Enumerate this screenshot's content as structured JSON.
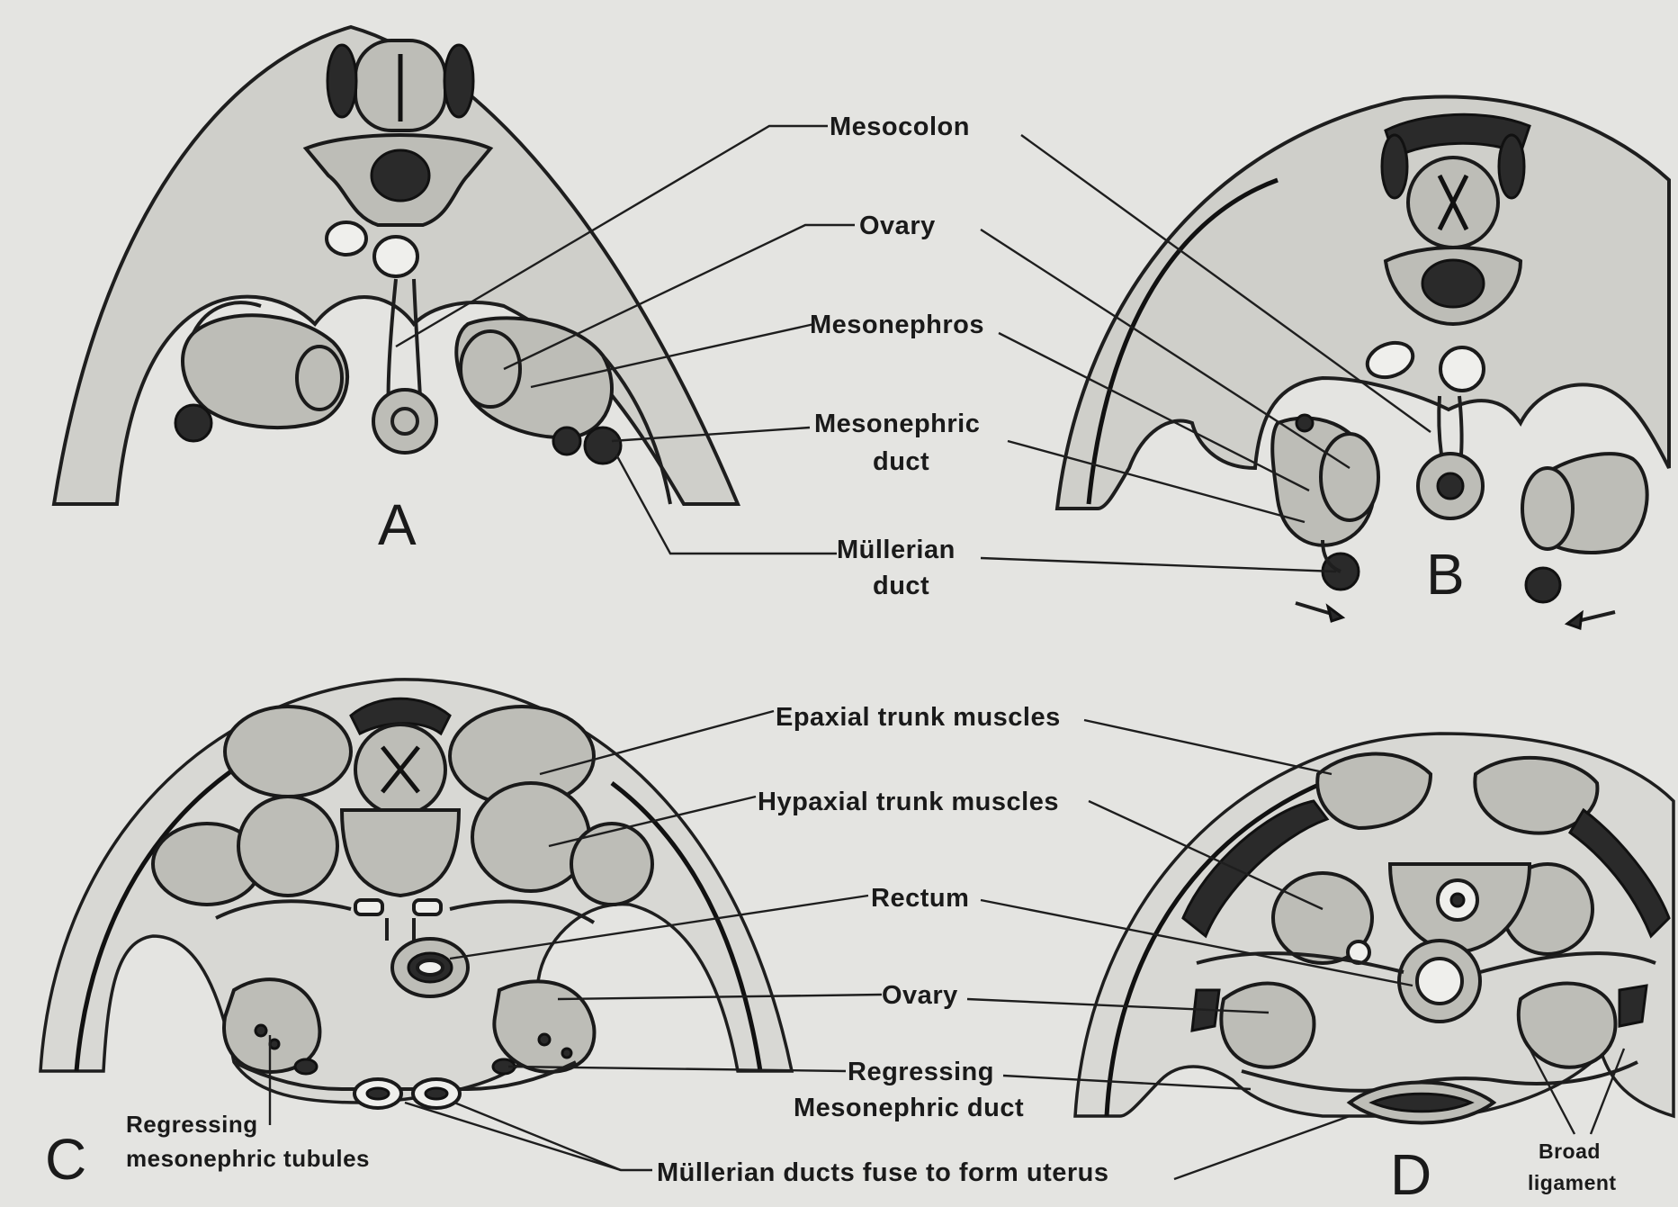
{
  "labels": {
    "mesocolon": "Mesocolon",
    "ovary_top": "Ovary",
    "mesonephros": "Mesonephros",
    "mesonephric_duct_1": "Mesonephric",
    "mesonephric_duct_2": "duct",
    "mullerian_duct_1": "Müllerian",
    "mullerian_duct_2": "duct",
    "epaxial": "Epaxial trunk muscles",
    "hypaxial": "Hypaxial trunk muscles",
    "rectum": "Rectum",
    "ovary_bottom": "Ovary",
    "regressing_1": "Regressing",
    "regressing_2": "Mesonephric duct",
    "tubules_1": "Regressing",
    "tubules_2": "mesonephric tubules",
    "fuse": "Müllerian ducts fuse to form uterus",
    "broad_1": "Broad",
    "broad_2": "ligament"
  },
  "panels": {
    "a": "A",
    "b": "B",
    "c": "C",
    "d": "D"
  }
}
